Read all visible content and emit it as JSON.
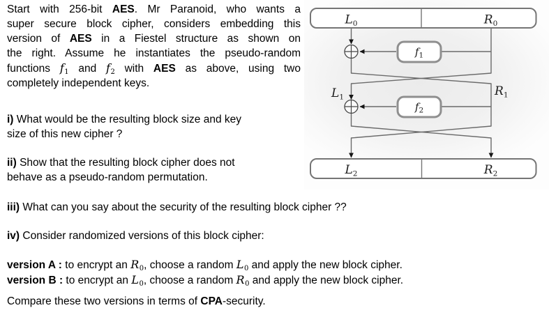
{
  "content": {
    "intro": {
      "lines": [
        [
          {
            "t": "Start with 256-bit "
          },
          {
            "t": "AES",
            "b": 1
          },
          {
            "t": ". Mr Paranoid, who wants a"
          }
        ],
        [
          {
            "t": "super secure block cipher, considers embedding this"
          }
        ],
        [
          {
            "t": "version of "
          },
          {
            "t": "AES",
            "b": 1
          },
          {
            "t": " in a Fiestel structure as shown on"
          }
        ],
        [
          {
            "t": "the right. Assume he instantiates the pseudo-random"
          }
        ],
        [
          {
            "t": "functions "
          },
          {
            "t": "f",
            "m": 1,
            "sub": "1"
          },
          {
            "t": " and "
          },
          {
            "t": "f",
            "m": 1,
            "sub": "2"
          },
          {
            "t": " with "
          },
          {
            "t": "AES",
            "b": 1
          },
          {
            "t": " as above, using two"
          }
        ],
        [
          {
            "t": "completely independent keys."
          }
        ]
      ]
    },
    "q1": {
      "lines": [
        [
          {
            "t": "i)",
            "b": 1
          },
          {
            "t": " What would be the resulting block size and key"
          }
        ],
        [
          {
            "t": "size of this new cipher ?"
          }
        ]
      ]
    },
    "q2": {
      "lines": [
        [
          {
            "t": "ii)",
            "b": 1
          },
          {
            "t": " Show that the resulting block cipher does not"
          }
        ],
        [
          {
            "t": "behave as a pseudo-random permutation."
          }
        ]
      ]
    },
    "q3": {
      "lines": [
        [
          {
            "t": "iii)",
            "b": 1
          },
          {
            "t": " What can you say about the security of the resulting block cipher ??"
          }
        ]
      ]
    },
    "q4": {
      "lines": [
        [
          {
            "t": "iv)",
            "b": 1
          },
          {
            "t": " Consider randomized versions of this block cipher:"
          }
        ]
      ]
    },
    "versions": {
      "lines": [
        [
          {
            "t": "version A :",
            "b": 1
          },
          {
            "t": " to encrypt an "
          },
          {
            "t": "R",
            "m": 1,
            "sub": "0"
          },
          {
            "t": ", choose a random "
          },
          {
            "t": "L",
            "m": 1,
            "sub": "0"
          },
          {
            "t": " and apply the new block cipher."
          }
        ],
        [
          {
            "t": "version B :",
            "b": 1
          },
          {
            "t": " to encrypt an "
          },
          {
            "t": "L",
            "m": 1,
            "sub": "0"
          },
          {
            "t": ", choose a random "
          },
          {
            "t": "R",
            "m": 1,
            "sub": "0"
          },
          {
            "t": " and apply the new block cipher."
          }
        ]
      ]
    },
    "compare": {
      "lines": [
        [
          {
            "t": "Compare these two versions in terms of "
          },
          {
            "t": "CPA",
            "b": 1
          },
          {
            "t": "-security."
          }
        ]
      ]
    }
  },
  "diagram": {
    "labels": {
      "l0": {
        "base": "L",
        "sub": "0"
      },
      "r0": {
        "base": "R",
        "sub": "0"
      },
      "l1": {
        "base": "L",
        "sub": "1"
      },
      "r1": {
        "base": "R",
        "sub": "1"
      },
      "l2": {
        "base": "L",
        "sub": "2"
      },
      "r2": {
        "base": "R",
        "sub": "2"
      },
      "f1": {
        "base": "f",
        "sub": "1"
      },
      "f2": {
        "base": "f",
        "sub": "2"
      }
    },
    "colors": {
      "wire": "#6a6a6a",
      "state_box_border": "#757575",
      "function_box_border": "#8f8f8f",
      "arrowhead": "#161616",
      "panel_background": "#f0f0f0",
      "text": "#000000"
    }
  }
}
